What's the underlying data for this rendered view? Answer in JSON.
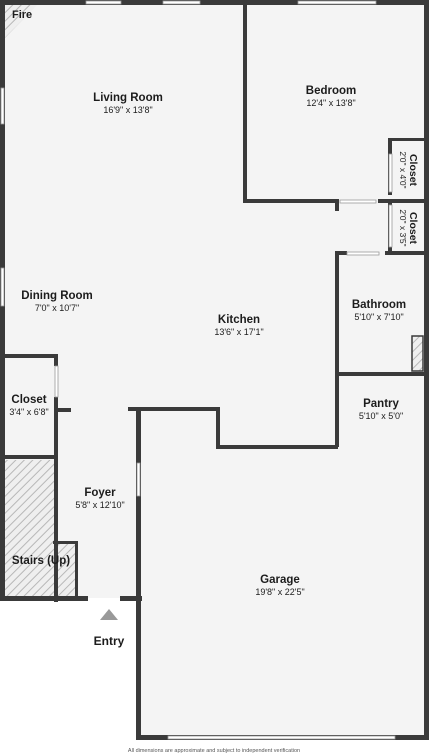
{
  "rooms": {
    "living": {
      "name": "Living Room",
      "dims": "16'9\" x 13'8\""
    },
    "bedroom": {
      "name": "Bedroom",
      "dims": "12'4\" x 13'8\""
    },
    "closet1": {
      "name": "Closet",
      "dims": "2'0\" x 4'0\""
    },
    "closet2": {
      "name": "Closet",
      "dims": "2'0\" x 3'5\""
    },
    "dining": {
      "name": "Dining Room",
      "dims": "7'0\" x 10'7\""
    },
    "kitchen": {
      "name": "Kitchen",
      "dims": "13'6\" x 17'1\""
    },
    "bathroom": {
      "name": "Bathroom",
      "dims": "5'10\" x 7'10\""
    },
    "closet3": {
      "name": "Closet",
      "dims": "3'4\" x 6'8\""
    },
    "pantry": {
      "name": "Pantry",
      "dims": "5'10\" x 5'0\""
    },
    "foyer": {
      "name": "Foyer",
      "dims": "5'8\" x 12'10\""
    },
    "stairs": {
      "name": "Stairs (Up)"
    },
    "garage": {
      "name": "Garage",
      "dims": "19'8\" x 22'5\""
    }
  },
  "labels": {
    "fire": "Fire",
    "entry": "Entry",
    "disclaimer": "All dimensions are approximate and subject to independent verification"
  },
  "colors": {
    "wall": "#3a3a3a",
    "floor": "#f4f4f4",
    "hatch": "#b8b8b8"
  }
}
